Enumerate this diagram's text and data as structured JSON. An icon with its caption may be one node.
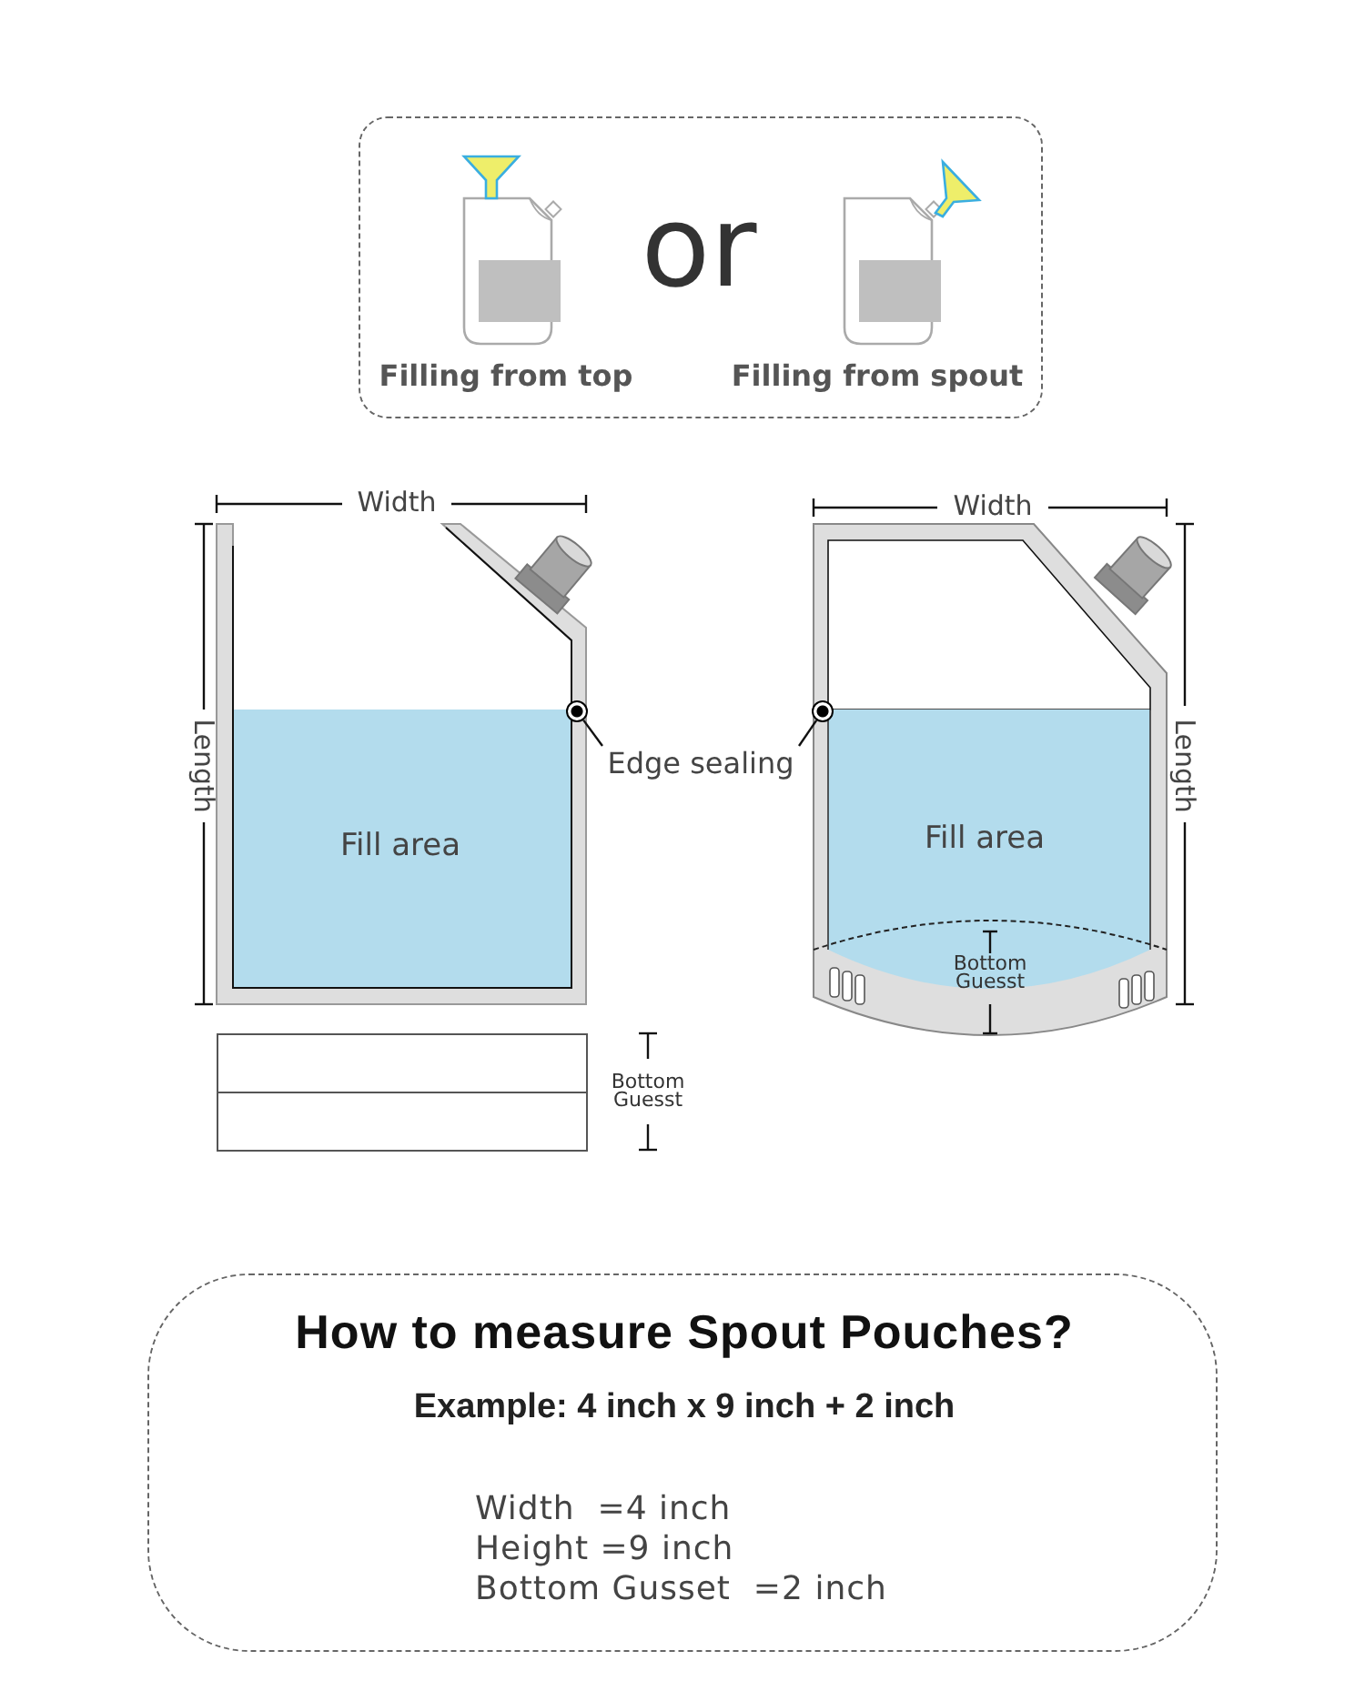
{
  "diagram": {
    "nodes": [
      {
        "text": [
          "Filling from top",
          "or",
          "Filling from spout"
        ]
      },
      {
        "text": [
          "Edge sealing"
        ]
      },
      {
        "text": [],
        "shape": "circle"
      },
      {
        "text": [],
        "shape": "circle"
      },
      {
        "text": [
          "How to measure Spout Pouches?",
          "Example: 4 inch x 9 inch + 2 inch",
          "Width  =4 inch",
          "Height =9 inch",
          "Bottom Gusset  =2 inch"
        ]
      }
    ],
    "edges": [
      {
        "from": 1,
        "to": 2,
        "arrow": "none"
      },
      {
        "from": 1,
        "to": 3,
        "arrow": "none"
      }
    ],
    "labels": [
      "Width",
      "Length",
      "Fill area",
      "Bottom Guesst",
      "Width",
      "Length",
      "Fill area",
      "Bottom Guesst"
    ]
  }
}
